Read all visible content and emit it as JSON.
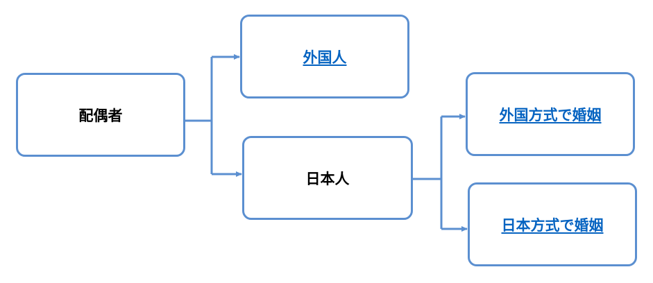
{
  "nodes": {
    "spouse": {
      "label": "配偶者"
    },
    "foreigner": {
      "label": "外国人"
    },
    "japanese": {
      "label": "日本人"
    },
    "foreign_style_marriage": {
      "label": "外国方式で婚姻"
    },
    "japanese_style_marriage": {
      "label": "日本方式で婚姻"
    }
  },
  "colors": {
    "connector": "#5b8fd0",
    "box_border": "#5b8fd0",
    "link": "#0563c1"
  }
}
